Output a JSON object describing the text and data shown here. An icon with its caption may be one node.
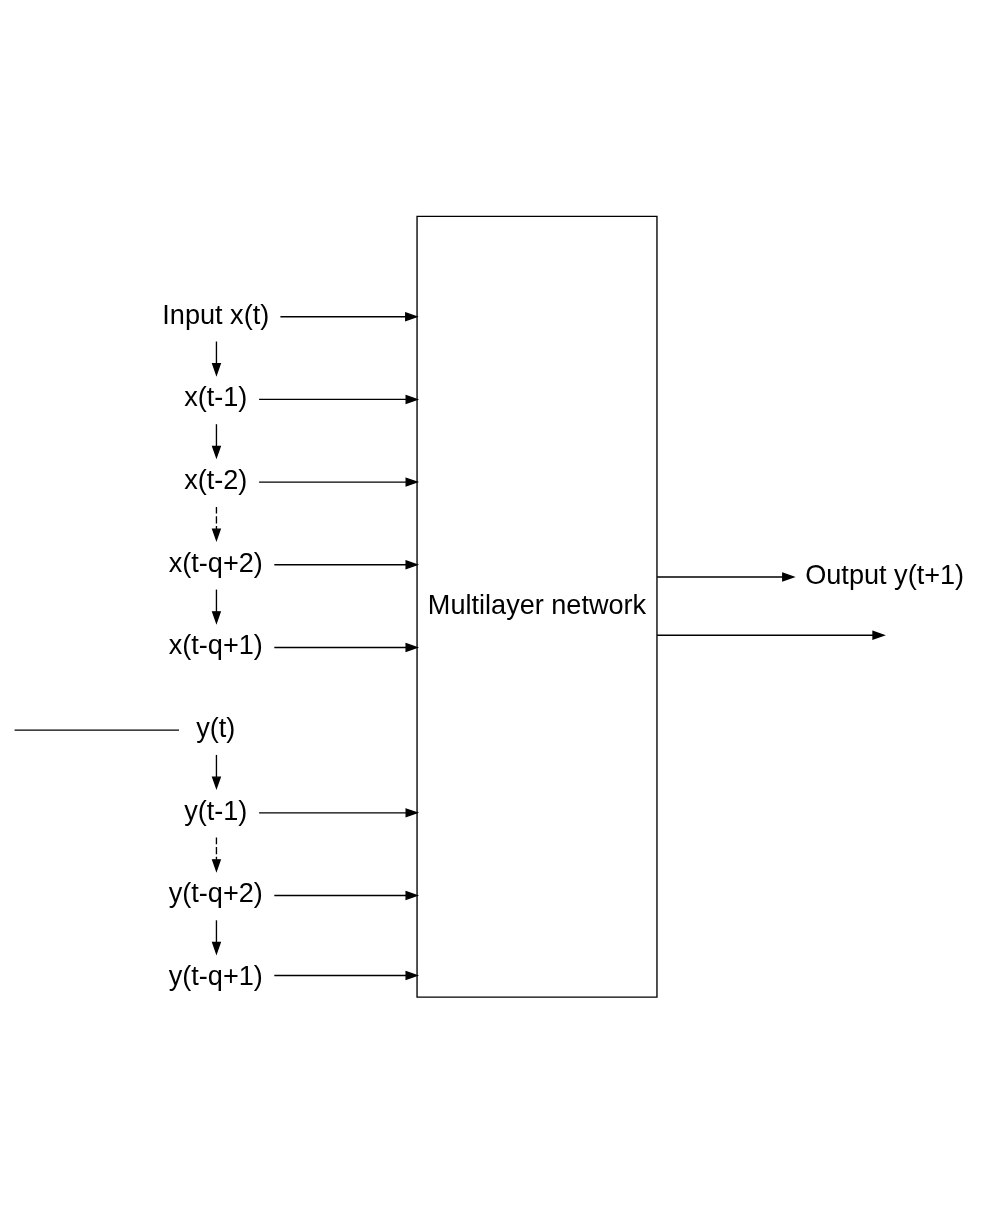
{
  "diagram": {
    "nodes": [
      {
        "text": [
          "Input x(t)"
        ]
      },
      {
        "text": [
          "x(t-1)"
        ]
      },
      {
        "text": [
          "x(t-2)"
        ]
      },
      {
        "text": [
          "x(t-q+2)"
        ]
      },
      {
        "text": [
          "x(t-q+1)"
        ]
      },
      {
        "text": [
          "Multilayer network"
        ]
      },
      {
        "text": [
          "Output y(t+1)"
        ]
      },
      {
        "text": [
          "y(t-q+1)"
        ]
      },
      {
        "text": [
          "y(t-q+2)"
        ]
      },
      {
        "text": [
          "y(t-1)"
        ]
      },
      {
        "text": [
          "y(t)"
        ]
      }
    ],
    "edges": [
      {
        "from": 0,
        "to": 5,
        "arrow": "to"
      },
      {
        "from": 0,
        "to": 1,
        "arrow": "to"
      },
      {
        "from": 1,
        "to": 5,
        "arrow": "to"
      },
      {
        "from": 1,
        "to": 2,
        "arrow": "to"
      },
      {
        "from": 2,
        "to": 5,
        "arrow": "to"
      },
      {
        "from": 2,
        "to": 3,
        "arrow": "to",
        "style": "dashed"
      },
      {
        "from": 3,
        "to": 5,
        "arrow": "to"
      },
      {
        "from": 3,
        "to": 4,
        "arrow": "to"
      },
      {
        "from": 4,
        "to": 5,
        "arrow": "to"
      },
      {
        "from": 7,
        "to": 5,
        "arrow": "to"
      },
      {
        "from": 8,
        "to": 5,
        "arrow": "to"
      },
      {
        "from": 8,
        "to": 7,
        "arrow": "to"
      },
      {
        "from": 9,
        "to": 5,
        "arrow": "to"
      },
      {
        "from": 9,
        "to": 8,
        "arrow": "to",
        "style": "dashed"
      },
      {
        "from": 10,
        "to": 9,
        "arrow": "to"
      },
      {
        "from": 5,
        "to": 6,
        "arrow": "to"
      },
      {
        "from": 5,
        "to": null,
        "arrow": "to"
      },
      {
        "from": null,
        "to": 10,
        "arrow": "none"
      }
    ]
  }
}
